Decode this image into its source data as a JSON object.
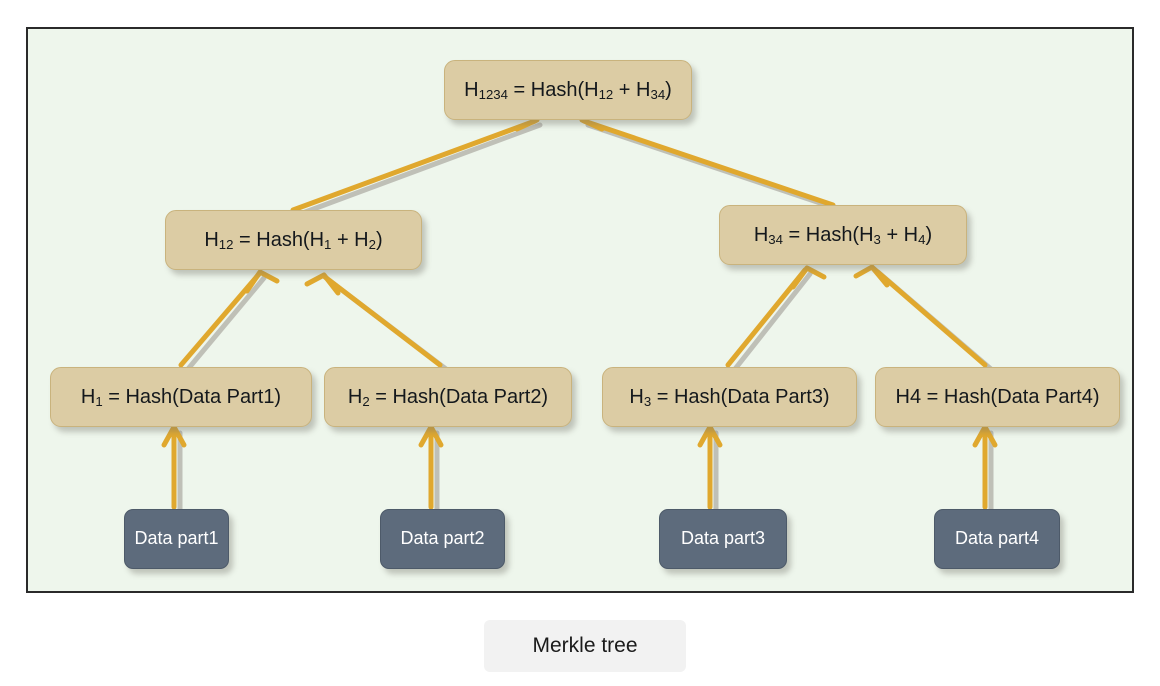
{
  "diagram": {
    "title": "Merkle tree",
    "background_color": "#eef6ec",
    "frame_border_color": "#2a2a2a",
    "arrow_color": "#e0a82e",
    "arrow_shadow_color": "#b6b6ae",
    "hash_node_fill": "#dccca4",
    "hash_node_border": "#c9b37d",
    "data_node_fill": "#5d6b7c",
    "data_node_text_color": "#ffffff",
    "caption_background": "#f2f2f2"
  },
  "nodes": {
    "root": {
      "id": "h1234",
      "prefix": "H",
      "subscript": "1234",
      "rest": " = Hash(H",
      "sub2": "12",
      "mid": " + H",
      "sub3": "34",
      "tail": ")",
      "full_text": "H1234 = Hash(H12 + H34)"
    },
    "level2": [
      {
        "id": "h12",
        "prefix": "H",
        "subscript": "12",
        "rest": " = Hash(H",
        "sub2": "1",
        "mid": " + H",
        "sub3": "2",
        "tail": ")",
        "full_text": "H12 = Hash(H1 + H2)"
      },
      {
        "id": "h34",
        "prefix": "H",
        "subscript": "34",
        "rest": " = Hash(H",
        "sub2": "3",
        "mid": " + H",
        "sub3": "4",
        "tail": ")",
        "full_text": "H34 = Hash(H3 + H4)"
      }
    ],
    "leaves": [
      {
        "id": "h1",
        "prefix": "H",
        "subscript": "1",
        "rest": " = Hash(Data Part1)",
        "full_text": "H1 = Hash(Data Part1)"
      },
      {
        "id": "h2",
        "prefix": "H",
        "subscript": "2",
        "rest": " = Hash(Data Part2)",
        "full_text": "H2 = Hash(Data Part2)"
      },
      {
        "id": "h3",
        "prefix": "H",
        "subscript": "3",
        "rest": " = Hash(Data Part3)",
        "full_text": "H3 = Hash(Data Part3)"
      },
      {
        "id": "h4",
        "prefix": "H4",
        "subscript": "",
        "rest": " = Hash(Data Part4)",
        "full_text": "H4 = Hash(Data Part4)"
      }
    ],
    "data_parts": [
      {
        "id": "data1",
        "label": "Data part1"
      },
      {
        "id": "data2",
        "label": "Data part2"
      },
      {
        "id": "data3",
        "label": "Data part3"
      },
      {
        "id": "data4",
        "label": "Data part4"
      }
    ]
  },
  "edges": [
    {
      "from": "h12",
      "to": "h1234"
    },
    {
      "from": "h34",
      "to": "h1234"
    },
    {
      "from": "h1",
      "to": "h12"
    },
    {
      "from": "h2",
      "to": "h12"
    },
    {
      "from": "h3",
      "to": "h34"
    },
    {
      "from": "h4",
      "to": "h34"
    },
    {
      "from": "data1",
      "to": "h1"
    },
    {
      "from": "data2",
      "to": "h2"
    },
    {
      "from": "data3",
      "to": "h3"
    },
    {
      "from": "data4",
      "to": "h4"
    }
  ],
  "caption": {
    "text": "Merkle tree"
  }
}
